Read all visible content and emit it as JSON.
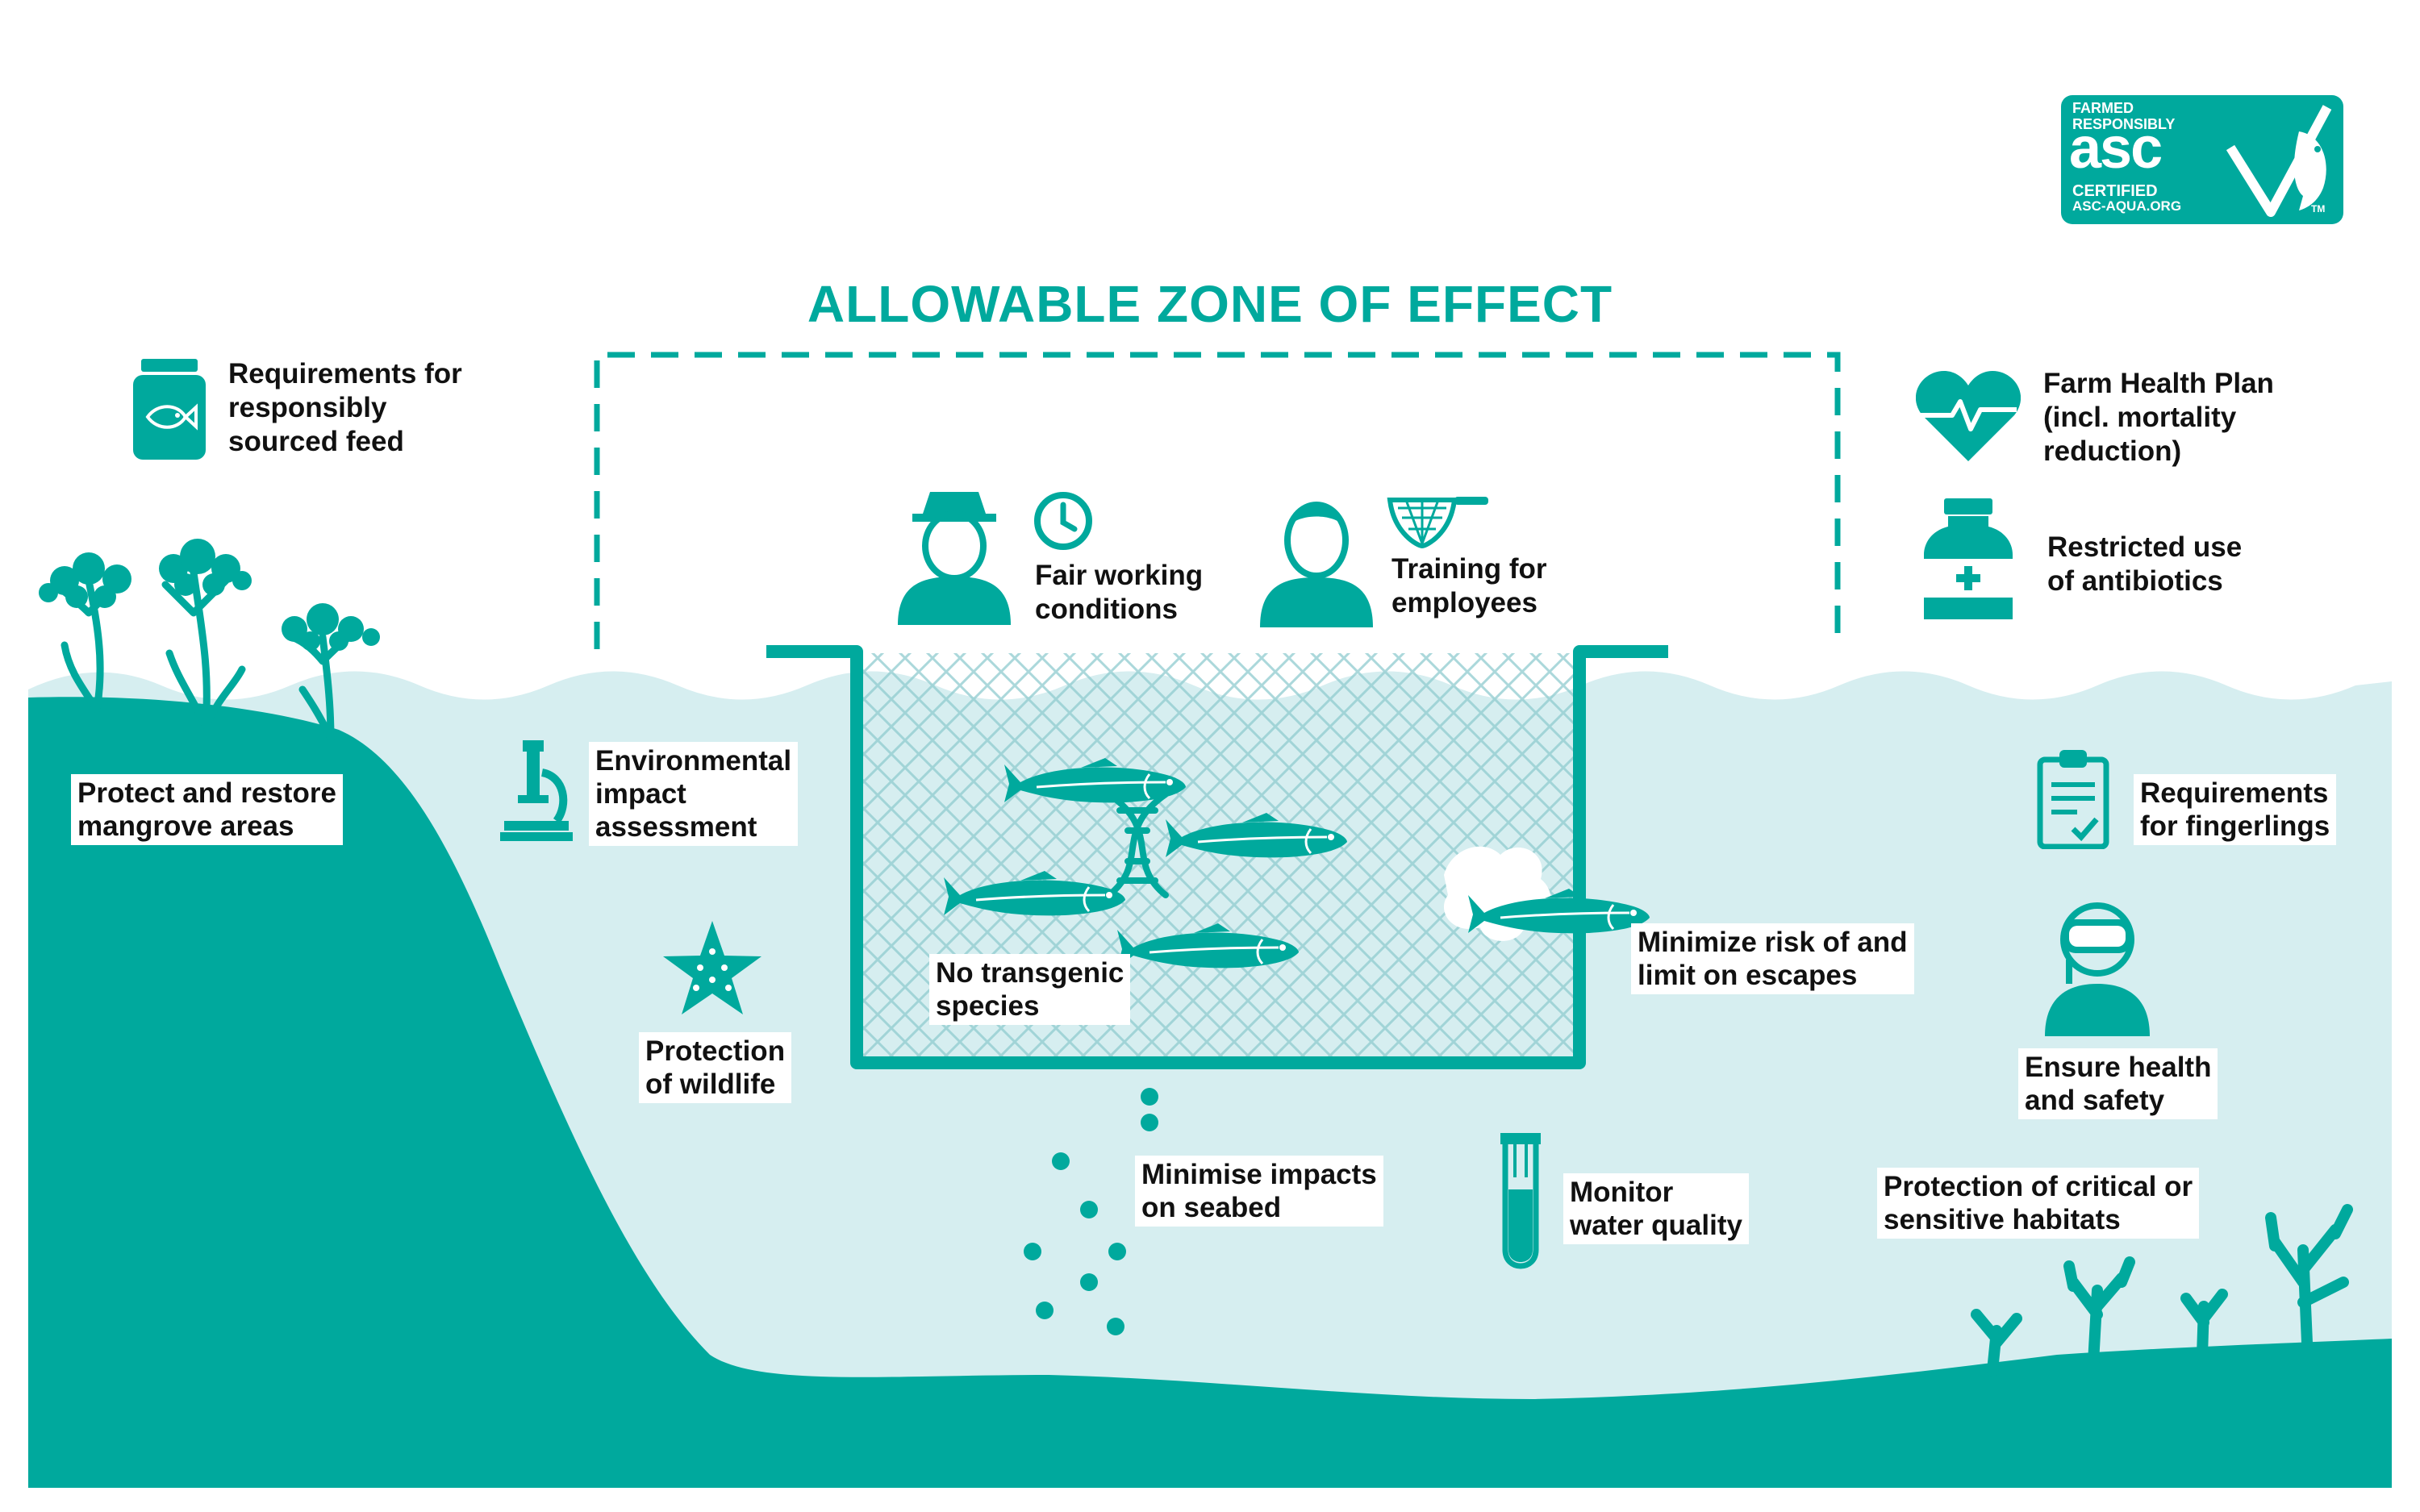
{
  "colors": {
    "teal": "#00a99d",
    "water": "#d6eef0",
    "net": "#9fd3d6",
    "white": "#ffffff",
    "text": "#111111"
  },
  "title": "ALLOWABLE ZONE OF EFFECT",
  "logo": {
    "line1": "FARMED",
    "line2": "RESPONSIBLY",
    "main": "asc",
    "line3": "CERTIFIED",
    "line4": "ASC-AQUA.ORG",
    "tm": "TM",
    "icon": "fish-checkmark-icon"
  },
  "labels": {
    "feed": "Requirements for\nresponsibly\nsourced feed",
    "fair_work": "Fair working\nconditions",
    "training": "Training for\nemployees",
    "health_plan": "Farm Health Plan\n(incl. mortality\nreduction)",
    "antibiotics": "Restricted use\nof antibiotics",
    "mangrove": "Protect and restore\nmangrove areas",
    "env_impact": "Environmental\nimpact\nassessment",
    "fingerlings": "Requirements\nfor fingerlings",
    "escapes": "Minimize risk of and\nlimit on escapes",
    "transgenic": "No transgenic\nspecies",
    "wildlife": "Protection\nof wildlife",
    "safety": "Ensure health\nand safety",
    "seabed": "Minimise impacts\non seabed",
    "water_quality": "Monitor\nwater quality",
    "habitats": "Protection of critical or\nsensitive habitats"
  },
  "icons": [
    "feed-jar-icon",
    "clock-icon",
    "worker-hat-icon",
    "worker-icon",
    "fishing-net-icon",
    "heart-pulse-icon",
    "medicine-bottle-icon",
    "microscope-icon",
    "clipboard-check-icon",
    "diver-mask-icon",
    "starfish-icon",
    "test-tube-icon",
    "dna-icon",
    "fish-icon",
    "mangrove-tree-icon",
    "coral-icon"
  ]
}
